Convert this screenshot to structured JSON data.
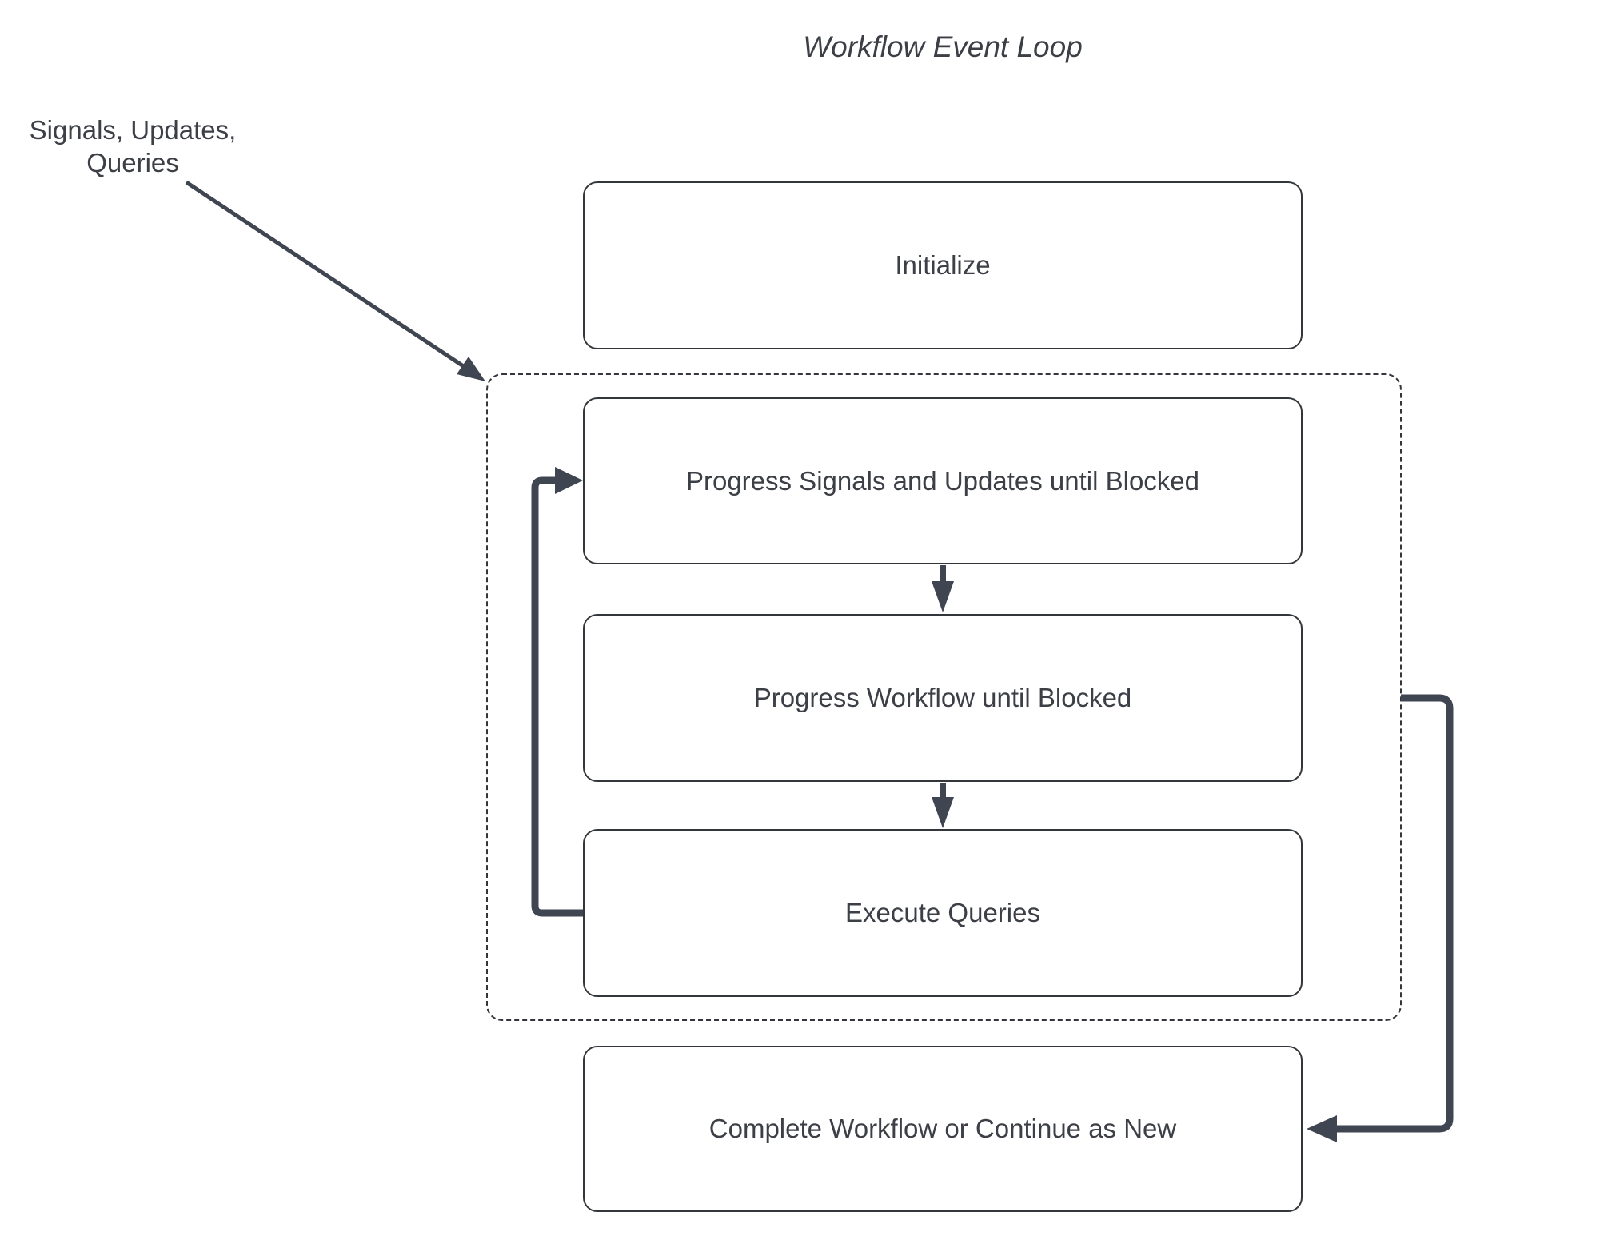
{
  "title": "Workflow Event Loop",
  "annotation": {
    "line1": "Signals, Updates,",
    "line2": "Queries"
  },
  "nodes": {
    "initialize": {
      "label": "Initialize"
    },
    "progress_signals": {
      "label": "Progress Signals and Updates until Blocked"
    },
    "progress_workflow": {
      "label": "Progress Workflow until Blocked"
    },
    "execute_queries": {
      "label": "Execute Queries"
    },
    "complete": {
      "label": "Complete Workflow or Continue as New"
    }
  },
  "container": {
    "name": "event-loop-group",
    "style": "dashed",
    "contains": [
      "progress_signals",
      "progress_workflow",
      "execute_queries"
    ]
  },
  "edges": [
    {
      "from": "annotation",
      "to": "event-loop-group",
      "style": "thin-arrow",
      "description": "Signals, Updates, Queries enter the event loop"
    },
    {
      "from": "progress_signals",
      "to": "progress_workflow",
      "style": "arrow-down"
    },
    {
      "from": "progress_workflow",
      "to": "execute_queries",
      "style": "arrow-down"
    },
    {
      "from": "execute_queries",
      "to": "progress_signals",
      "style": "elbow-left-loop-back"
    },
    {
      "from": "event-loop-group",
      "to": "complete",
      "style": "elbow-right-down"
    }
  ],
  "colors": {
    "background": "#ffffff",
    "node_fill": "#ffffff",
    "node_border": "#33363a",
    "arrow": "#3f4551",
    "text": "#3c3f46"
  }
}
